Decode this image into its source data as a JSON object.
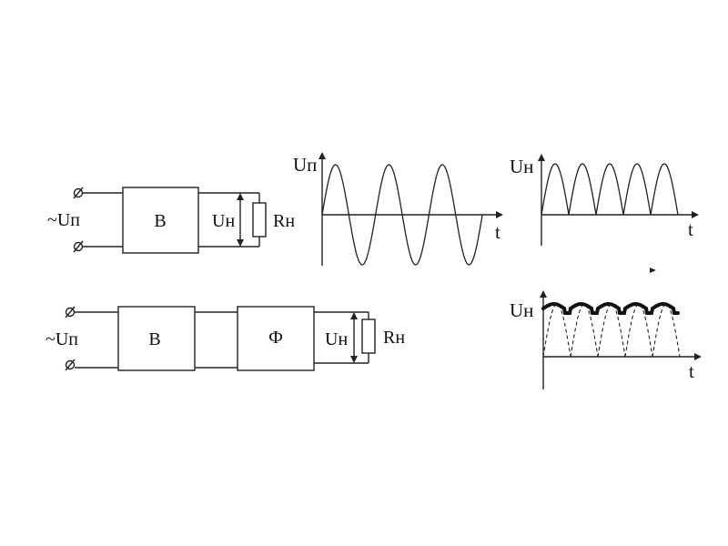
{
  "schematic_top": {
    "input_label": "~Uп",
    "block_b": "В",
    "load_voltage": "Uн",
    "load_resistor": "Rн"
  },
  "schematic_bottom": {
    "input_label": "~Uп",
    "block_b": "В",
    "block_f": "Ф",
    "load_voltage": "Uн",
    "load_resistor": "Rн"
  },
  "graph_input": {
    "y_label": "Uп",
    "x_label": "t"
  },
  "graph_rectified": {
    "y_label": "Uн",
    "x_label": "t"
  },
  "graph_filtered": {
    "y_label": "Uн",
    "x_label": "t"
  },
  "colors": {
    "ink": "#222222",
    "background": "#ffffff"
  }
}
